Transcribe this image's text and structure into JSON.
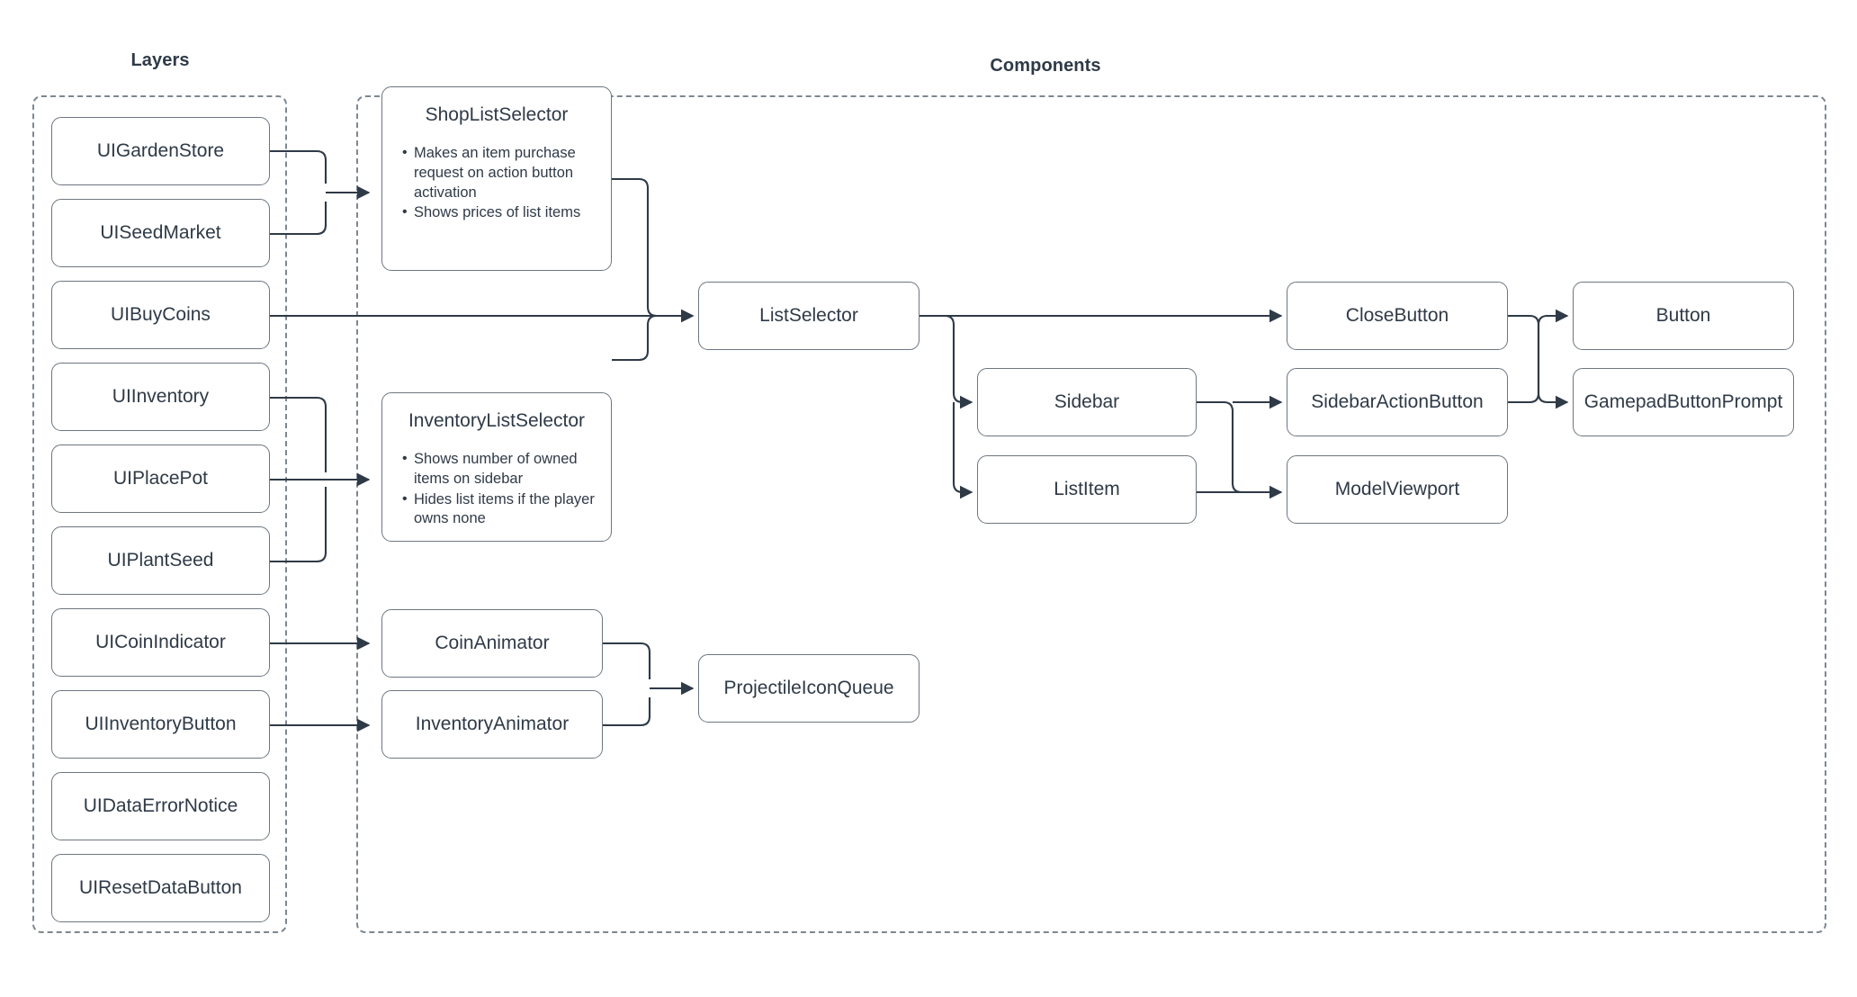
{
  "diagram": {
    "type": "architecture-flow",
    "groups": [
      {
        "id": "layers",
        "title": "Layers"
      },
      {
        "id": "components",
        "title": "Components"
      }
    ],
    "nodes": {
      "ui_garden_store": {
        "label": "UIGardenStore"
      },
      "ui_seed_market": {
        "label": "UISeedMarket"
      },
      "ui_buy_coins": {
        "label": "UIBuyCoins"
      },
      "ui_inventory": {
        "label": "UIInventory"
      },
      "ui_place_pot": {
        "label": "UIPlacePot"
      },
      "ui_plant_seed": {
        "label": "UIPlantSeed"
      },
      "ui_coin_indicator": {
        "label": "UICoinIndicator"
      },
      "ui_inventory_button": {
        "label": "UIInventoryButton"
      },
      "ui_data_error_notice": {
        "label": "UIDataErrorNotice"
      },
      "ui_reset_data_button": {
        "label": "UIResetDataButton"
      },
      "shop_list_selector": {
        "label": "ShopListSelector",
        "bullets": [
          "Makes an item purchase request on action button activation",
          "Shows prices of list items"
        ]
      },
      "inventory_list_selector": {
        "label": "InventoryListSelector",
        "bullets": [
          "Shows number of owned items on sidebar",
          "Hides list items if the player owns none"
        ]
      },
      "list_selector": {
        "label": "ListSelector"
      },
      "close_button": {
        "label": "CloseButton"
      },
      "sidebar": {
        "label": "Sidebar"
      },
      "list_item": {
        "label": "ListItem"
      },
      "sidebar_action_button": {
        "label": "SidebarActionButton"
      },
      "model_viewport": {
        "label": "ModelViewport"
      },
      "button": {
        "label": "Button"
      },
      "gamepad_button_prompt": {
        "label": "GamepadButtonPrompt"
      },
      "coin_animator": {
        "label": "CoinAnimator"
      },
      "inventory_animator": {
        "label": "InventoryAnimator"
      },
      "projectile_icon_queue": {
        "label": "ProjectileIconQueue"
      }
    },
    "edges": [
      {
        "from": "ui_garden_store",
        "to": "shop_list_selector"
      },
      {
        "from": "ui_seed_market",
        "to": "shop_list_selector"
      },
      {
        "from": "ui_buy_coins",
        "to": "list_selector"
      },
      {
        "from": "ui_inventory",
        "to": "inventory_list_selector"
      },
      {
        "from": "ui_place_pot",
        "to": "inventory_list_selector"
      },
      {
        "from": "ui_plant_seed",
        "to": "inventory_list_selector"
      },
      {
        "from": "shop_list_selector",
        "to": "list_selector"
      },
      {
        "from": "inventory_list_selector",
        "to": "list_selector"
      },
      {
        "from": "list_selector",
        "to": "close_button"
      },
      {
        "from": "list_selector",
        "to": "sidebar"
      },
      {
        "from": "list_selector",
        "to": "list_item"
      },
      {
        "from": "sidebar",
        "to": "sidebar_action_button"
      },
      {
        "from": "sidebar",
        "to": "model_viewport"
      },
      {
        "from": "list_item",
        "to": "model_viewport"
      },
      {
        "from": "close_button",
        "to": "button"
      },
      {
        "from": "close_button",
        "to": "gamepad_button_prompt"
      },
      {
        "from": "sidebar_action_button",
        "to": "button"
      },
      {
        "from": "sidebar_action_button",
        "to": "gamepad_button_prompt"
      },
      {
        "from": "ui_coin_indicator",
        "to": "coin_animator"
      },
      {
        "from": "ui_inventory_button",
        "to": "inventory_animator"
      },
      {
        "from": "coin_animator",
        "to": "projectile_icon_queue"
      },
      {
        "from": "inventory_animator",
        "to": "projectile_icon_queue"
      }
    ],
    "colors": {
      "background": "#ffffff",
      "node_border": "#6d7680",
      "node_fill": "#ffffff",
      "text": "#2f3a47",
      "wire": "#2f3a47",
      "group_border": "#7d8791"
    }
  }
}
